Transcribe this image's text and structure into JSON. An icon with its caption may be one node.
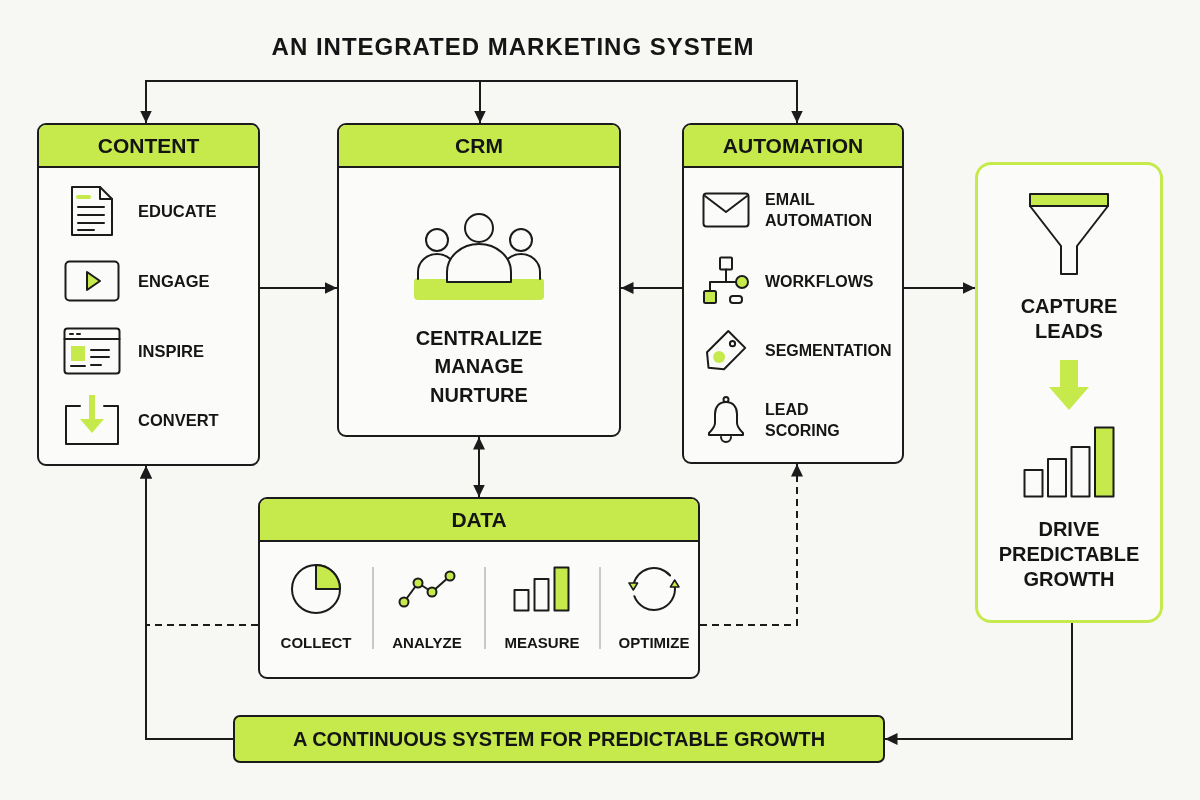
{
  "diagram": {
    "title": "AN INTEGRATED MARKETING SYSTEM",
    "nodes": [
      {
        "text": [
          "CONTENT",
          "EDUCATE",
          "ENGAGE",
          "INSPIRE",
          "CONVERT"
        ]
      },
      {
        "text": [
          "CRM",
          "CENTRALIZE",
          "MANAGE",
          "NURTURE"
        ]
      },
      {
        "text": [
          "AUTOMATION",
          "EMAIL AUTOMATION",
          "WORKFLOWS",
          "SEGMENTATION",
          "LEAD SCORING"
        ]
      },
      {
        "text": [
          "CAPTURE LEADS",
          "DRIVE PREDICTABLE GROWTH"
        ]
      },
      {
        "text": [
          "DATA",
          "COLLECT",
          "ANALYZE",
          "MEASURE",
          "OPTIMIZE"
        ]
      },
      {
        "text": [
          "A CONTINUOUS SYSTEM FOR PREDICTABLE GROWTH"
        ]
      }
    ],
    "edges": [
      {
        "from": null,
        "to": 0,
        "arrow": "to"
      },
      {
        "from": null,
        "to": 1,
        "arrow": "to"
      },
      {
        "from": null,
        "to": 2,
        "arrow": "to"
      },
      {
        "from": 0,
        "to": 1,
        "arrow": "to"
      },
      {
        "from": 2,
        "to": 1,
        "arrow": "to"
      },
      {
        "from": 2,
        "to": 3,
        "arrow": "to"
      },
      {
        "from": 1,
        "to": 4,
        "arrow": "both"
      },
      {
        "from": 3,
        "to": 5,
        "arrow": "to"
      },
      {
        "from": 4,
        "to": 0,
        "arrow": "to",
        "style": "dashed"
      },
      {
        "from": 4,
        "to": 2,
        "arrow": "to",
        "style": "dashed"
      },
      {
        "from": 5,
        "to": 0,
        "arrow": "to"
      }
    ]
  }
}
